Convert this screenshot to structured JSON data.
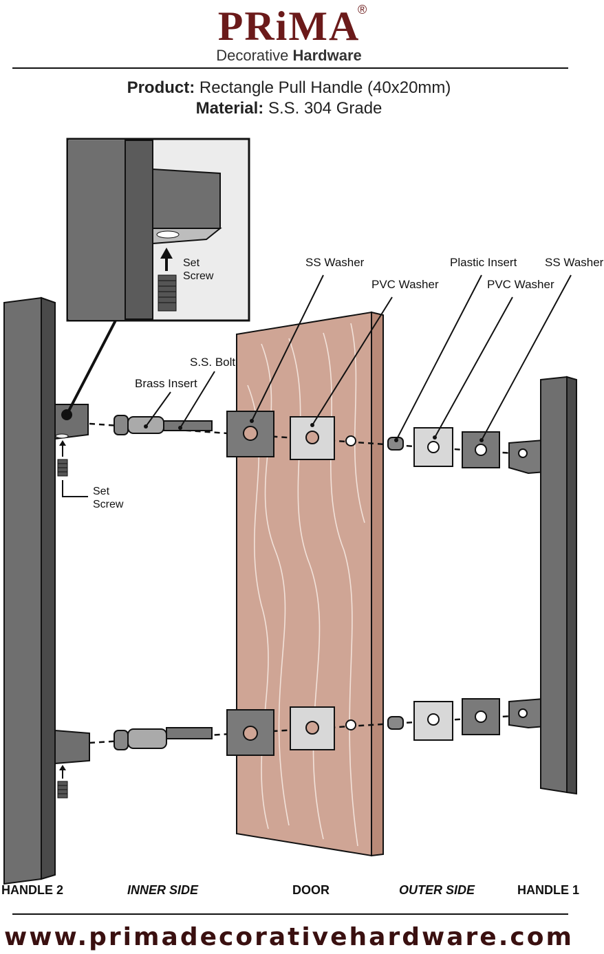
{
  "header": {
    "brand": "PRiMA",
    "registered": "®",
    "tagline_prefix": "Decorative ",
    "tagline_bold": "Hardware"
  },
  "spec": {
    "product_label": "Product:",
    "product_value": " Rectangle Pull Handle (40x20mm)",
    "material_label": "Material:",
    "material_value": " S.S. 304 Grade"
  },
  "labels": {
    "ss_washer_left": "SS Washer",
    "pvc_washer_left": "PVC Washer",
    "plastic_insert": "Plastic Insert",
    "pvc_washer_right": "PVC Washer",
    "ss_washer_right": "SS Washer",
    "ss_bolt": "S.S. Bolt",
    "brass_insert": "Brass Insert",
    "set_screw_inset_1": "Set",
    "set_screw_inset_2": "Screw",
    "set_screw_1": "Set",
    "set_screw_2": "Screw"
  },
  "footer": {
    "handle2": "HANDLE 2",
    "inner_side": "INNER SIDE",
    "door": "DOOR",
    "outer_side": "OUTER SIDE",
    "handle1": "HANDLE 1",
    "website": "www.primadecorativehardware.com"
  },
  "colors": {
    "brand": "#6b1a1a",
    "handle": "#6f6f6f",
    "door_face": "#cfa595",
    "door_edge": "#b98a78",
    "washer_dark": "#7a7a7a",
    "washer_light": "#d8d8d8"
  }
}
